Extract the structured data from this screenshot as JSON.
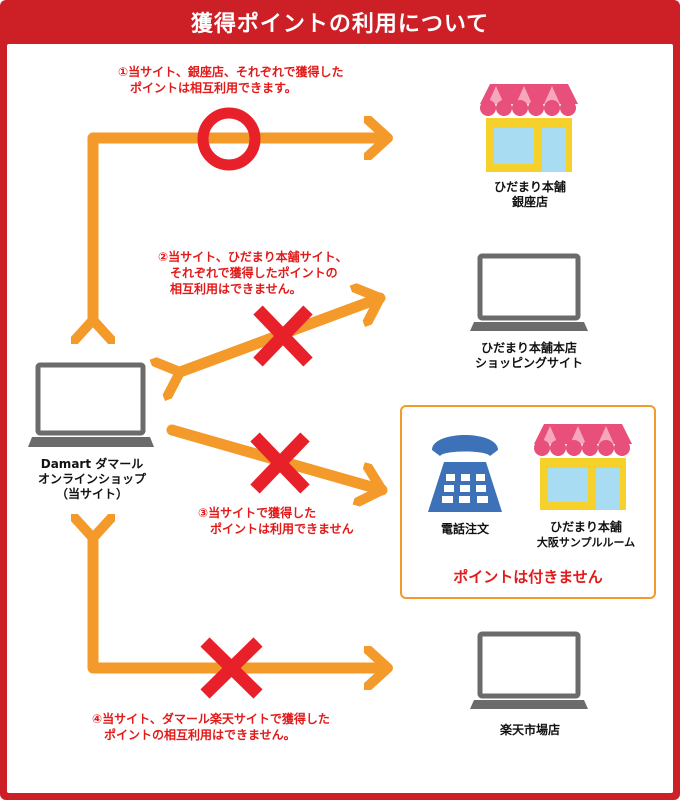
{
  "header": {
    "title": "獲得ポイントの利用について"
  },
  "notes": {
    "n1_line1": "①当サイト、銀座店、それぞれで獲得した",
    "n1_line2": "ポイントは相互利用できます。",
    "n2_line1": "②当サイト、ひだまり本舗サイト、",
    "n2_line2": "それぞれで獲得したポイントの",
    "n2_line3": "相互利用はできません。",
    "n3_line1": "③当サイトで獲得した",
    "n3_line2": "ポイントは利用できません",
    "n4_line1": "④当サイト、ダマール楽天サイトで獲得した",
    "n4_line2": "ポイントの相互利用はできません。"
  },
  "nodes": {
    "ginza_line1": "ひだまり本舗",
    "ginza_line2": "銀座店",
    "honten_line1": "ひだまり本舗本店",
    "honten_line2": "ショッピングサイト",
    "damart_line1": "Damart ダマール",
    "damart_line2": "オンラインショップ",
    "damart_line3": "（当サイト）",
    "phone_label": "電話注文",
    "osaka_line1": "ひだまり本舗",
    "osaka_line2": "大阪サンプルルーム",
    "no_points": "ポイントは付きません",
    "rakuten_label": "楽天市場店"
  },
  "colors": {
    "header_red": "#cc1f26",
    "arrow_orange": "#f39a2a",
    "mark_red": "#e8202a",
    "laptop_gray": "#6b6b6b",
    "phone_blue": "#3d72b8",
    "awning_pink": "#e84f7a",
    "store_yellow": "#f6d12b",
    "glass_blue": "#a8dcf2"
  },
  "icons": [
    "circle-ok-icon",
    "cross-ng-icon",
    "laptop-icon",
    "store-icon",
    "phone-icon"
  ]
}
